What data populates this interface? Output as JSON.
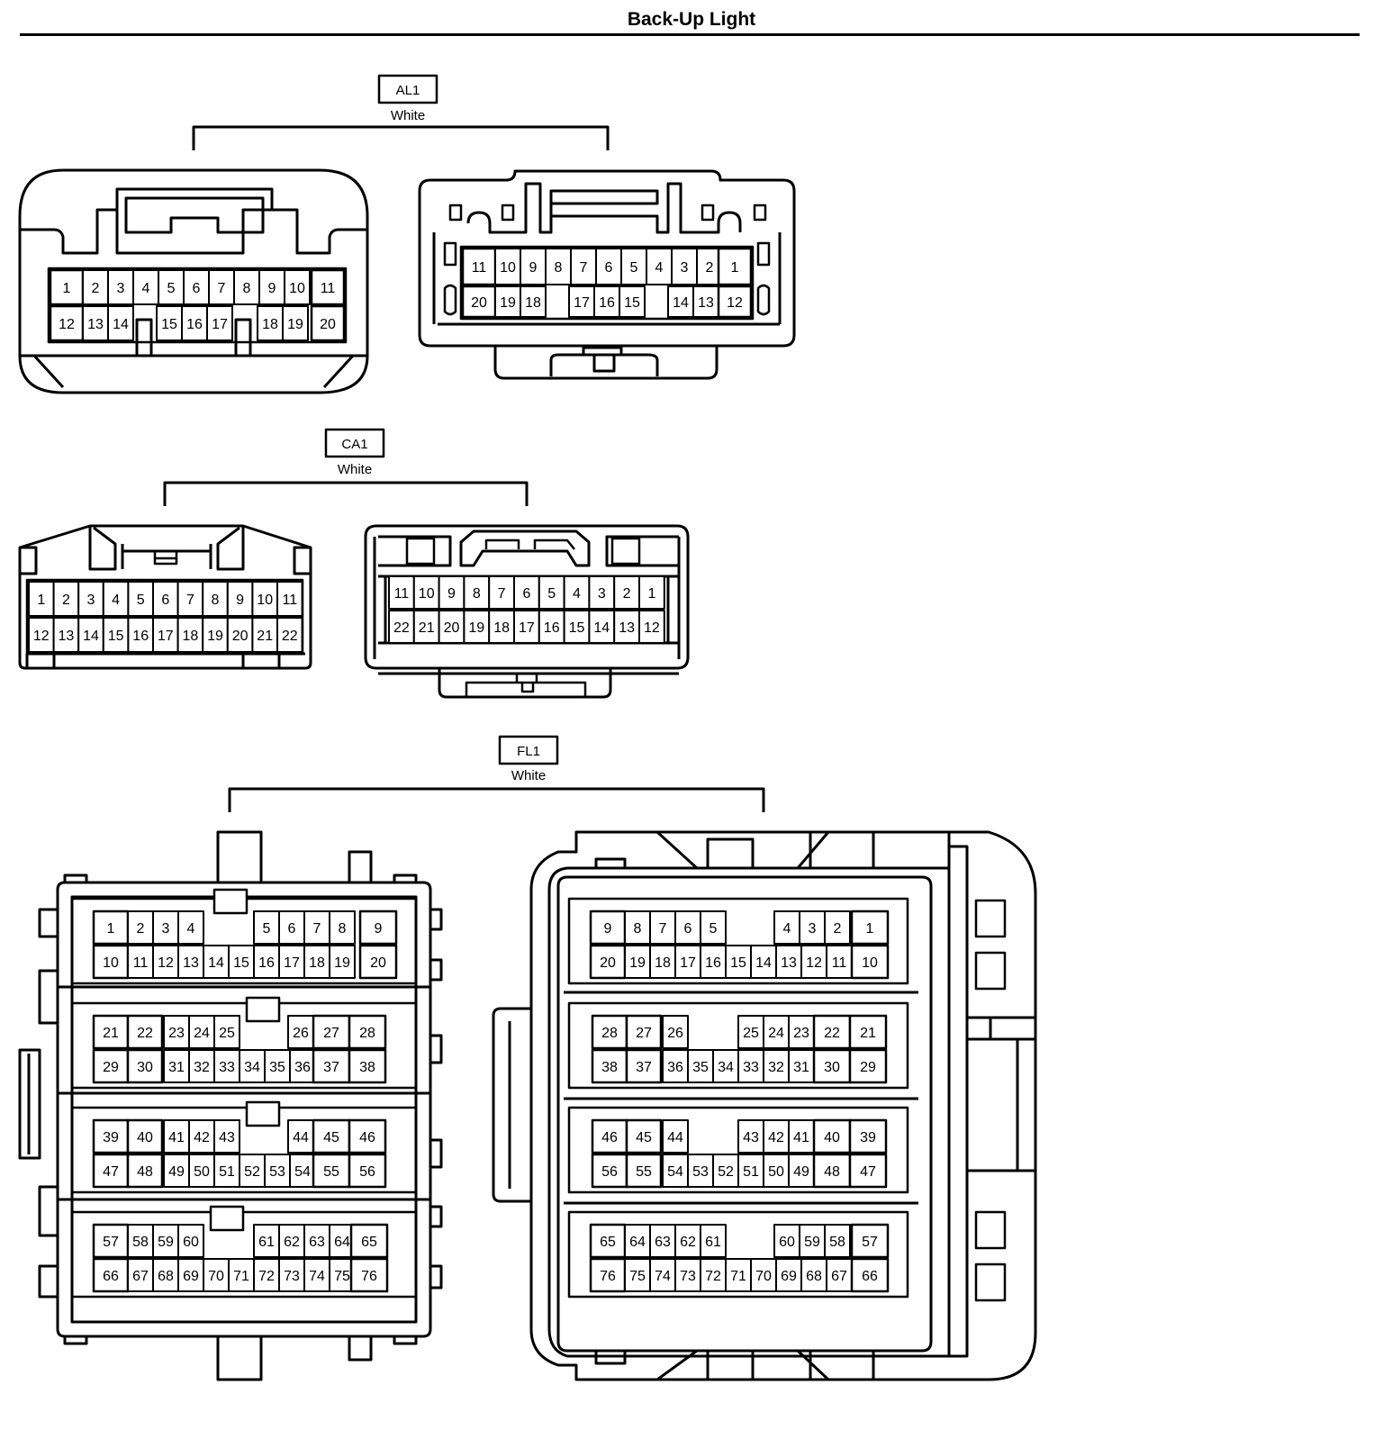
{
  "page": {
    "title": "Back-Up Light"
  },
  "connectors": [
    {
      "id": "AL1",
      "color": "White",
      "left": {
        "rows": [
          [
            [
              "1"
            ],
            [
              "2",
              "3",
              "4",
              "5",
              "6",
              "7",
              "8",
              "9",
              "10"
            ],
            [
              "11"
            ]
          ],
          [
            [
              "12"
            ],
            [
              "13",
              "14"
            ],
            [
              "15",
              "16",
              "17"
            ],
            [
              "18",
              "19"
            ],
            [
              "20"
            ]
          ]
        ]
      },
      "right": {
        "rows": [
          [
            [
              "11"
            ],
            [
              "10",
              "9",
              "8",
              "7",
              "6",
              "5",
              "4",
              "3",
              "2"
            ],
            [
              "1"
            ]
          ],
          [
            [
              "20"
            ],
            [
              "19",
              "18"
            ],
            [
              "17",
              "16",
              "15"
            ],
            [
              "14",
              "13"
            ],
            [
              "12"
            ]
          ]
        ]
      }
    },
    {
      "id": "CA1",
      "color": "White",
      "left": {
        "rows": [
          [
            "1",
            "2",
            "3",
            "4",
            "5",
            "6",
            "7",
            "8",
            "9",
            "10",
            "11"
          ],
          [
            "12",
            "13",
            "14",
            "15",
            "16",
            "17",
            "18",
            "19",
            "20",
            "21",
            "22"
          ]
        ]
      },
      "right": {
        "rows": [
          [
            "11",
            "10",
            "9",
            "8",
            "7",
            "6",
            "5",
            "4",
            "3",
            "2",
            "1"
          ],
          [
            "22",
            "21",
            "20",
            "19",
            "18",
            "17",
            "16",
            "15",
            "14",
            "13",
            "12"
          ]
        ]
      }
    },
    {
      "id": "FL1",
      "color": "White",
      "left": {
        "rows": [
          [
            [
              "1"
            ],
            [
              "2",
              "3",
              "4"
            ],
            [
              "5",
              "6",
              "7",
              "8"
            ],
            [
              "9"
            ]
          ],
          [
            [
              "10"
            ],
            [
              "11",
              "12",
              "13",
              "14",
              "15",
              "16",
              "17",
              "18",
              "19"
            ],
            [
              "20"
            ]
          ],
          [
            [
              "21",
              "22"
            ],
            [
              "23",
              "24",
              "25"
            ],
            [
              "26"
            ],
            [
              "27",
              "28"
            ]
          ],
          [
            [
              "29",
              "30"
            ],
            [
              "31",
              "32",
              "33",
              "34",
              "35",
              "36"
            ],
            [
              "37",
              "38"
            ]
          ],
          [
            [
              "39",
              "40"
            ],
            [
              "41",
              "42",
              "43"
            ],
            [
              "44"
            ],
            [
              "45",
              "46"
            ]
          ],
          [
            [
              "47",
              "48"
            ],
            [
              "49",
              "50",
              "51",
              "52",
              "53",
              "54"
            ],
            [
              "55",
              "56"
            ]
          ],
          [
            [
              "57"
            ],
            [
              "58",
              "59",
              "60"
            ],
            [
              "61",
              "62",
              "63",
              "64"
            ],
            [
              "65"
            ]
          ],
          [
            [
              "66"
            ],
            [
              "67",
              "68",
              "69",
              "70",
              "71",
              "72",
              "73",
              "74",
              "75"
            ],
            [
              "76"
            ]
          ]
        ]
      },
      "right": {
        "rows": [
          [
            [
              "9"
            ],
            [
              "8",
              "7",
              "6",
              "5"
            ],
            [
              "4",
              "3",
              "2"
            ],
            [
              "1"
            ]
          ],
          [
            [
              "20"
            ],
            [
              "19",
              "18",
              "17",
              "16",
              "15",
              "14",
              "13",
              "12",
              "11"
            ],
            [
              "10"
            ]
          ],
          [
            [
              "28",
              "27"
            ],
            [
              "26"
            ],
            [
              "25",
              "24",
              "23"
            ],
            [
              "22",
              "21"
            ]
          ],
          [
            [
              "38",
              "37"
            ],
            [
              "36",
              "35",
              "34",
              "33",
              "32",
              "31"
            ],
            [
              "30",
              "29"
            ]
          ],
          [
            [
              "46",
              "45"
            ],
            [
              "44"
            ],
            [
              "43",
              "42",
              "41"
            ],
            [
              "40",
              "39"
            ]
          ],
          [
            [
              "56",
              "55"
            ],
            [
              "54",
              "53",
              "52",
              "51",
              "50",
              "49"
            ],
            [
              "48",
              "47"
            ]
          ],
          [
            [
              "65"
            ],
            [
              "64",
              "63",
              "62",
              "61"
            ],
            [
              "60",
              "59",
              "58"
            ],
            [
              "57"
            ]
          ],
          [
            [
              "76"
            ],
            [
              "75",
              "74",
              "73",
              "72",
              "71",
              "70",
              "69",
              "68",
              "67"
            ],
            [
              "66"
            ]
          ]
        ]
      }
    }
  ]
}
